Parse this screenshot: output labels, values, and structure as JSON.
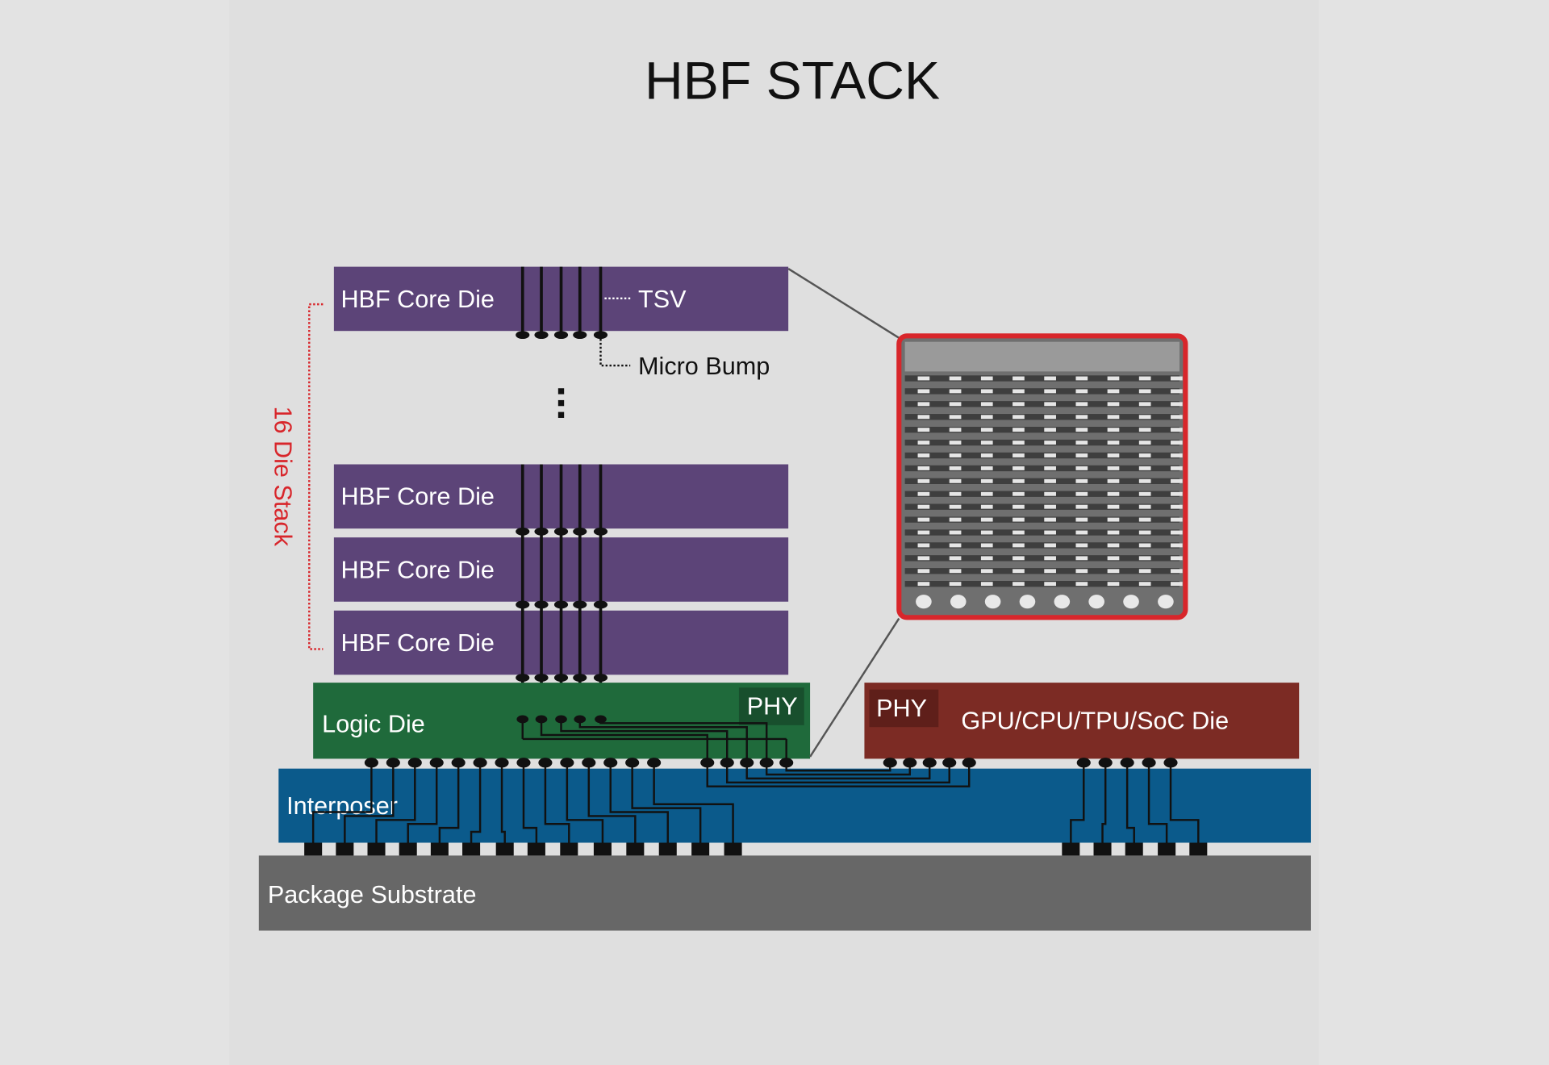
{
  "title": "HBF STACK",
  "labels": {
    "core_die": "HBF Core Die",
    "tsv": "TSV",
    "micro_bump": "Micro Bump",
    "die_stack": "16 Die Stack",
    "logic_die": "Logic Die",
    "phy_logic": "PHY",
    "phy_gpu": "PHY",
    "gpu_die": "GPU/CPU/TPU/SoC Die",
    "interposer": "Interposer",
    "substrate": "Package Substrate"
  },
  "colors": {
    "background": "#dfdfdf",
    "core_die": "#5c4478",
    "logic_die": "#1f6a3b",
    "phy_logic": "#184f2d",
    "gpu_die": "#7c2b24",
    "phy_gpu": "#5f1f1a",
    "interposer": "#0b5a8b",
    "substrate": "#676767",
    "accent_red": "#d8262b",
    "wiring": "#111111"
  }
}
